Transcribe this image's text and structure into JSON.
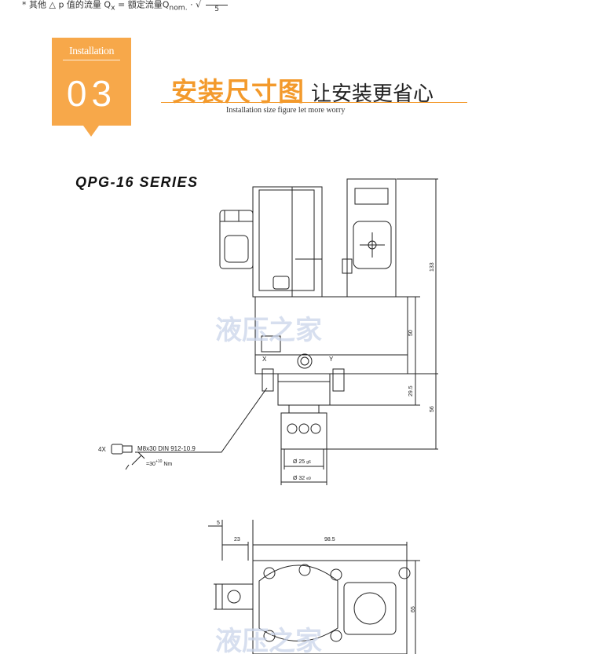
{
  "formula": {
    "prefix": "* 其他 △ p 值的流量 Q",
    "sub_x": "x",
    "middle": " = 額定流量Q",
    "sub_nom": "nom.",
    "dot": " · ",
    "denominator": "5"
  },
  "section": {
    "label": "Installation",
    "number": "03"
  },
  "heading": {
    "main": "安装尺寸图",
    "sub": "让安装更省心",
    "caption": "Installation size figure let more worry"
  },
  "series_title": "QPG-16 SERIES",
  "drawing_labels": {
    "port_x": "X",
    "port_y": "Y",
    "qty": "4X",
    "screw": "M8x30 DIN 912-10.9",
    "torque": "=30",
    "torque_sup": "+10",
    "torque_unit": "Nm",
    "dia_small": "Ø 25",
    "dia_small_tol": "g6",
    "dia_large": "Ø 32",
    "dia_large_tol": "e9"
  },
  "dimensions": {
    "h133": "133",
    "h50": "50",
    "h29_5": "29.5",
    "h56": "56",
    "w5": "5",
    "w23": "23",
    "w98_5": "98.5",
    "h65": "65"
  },
  "watermark": "液压之家",
  "colors": {
    "accent_orange": "#f39a2c",
    "tag_orange": "#f7a84a",
    "watermark_blue": "#c9d4ea",
    "watermark_red": "#e8a1a1"
  }
}
